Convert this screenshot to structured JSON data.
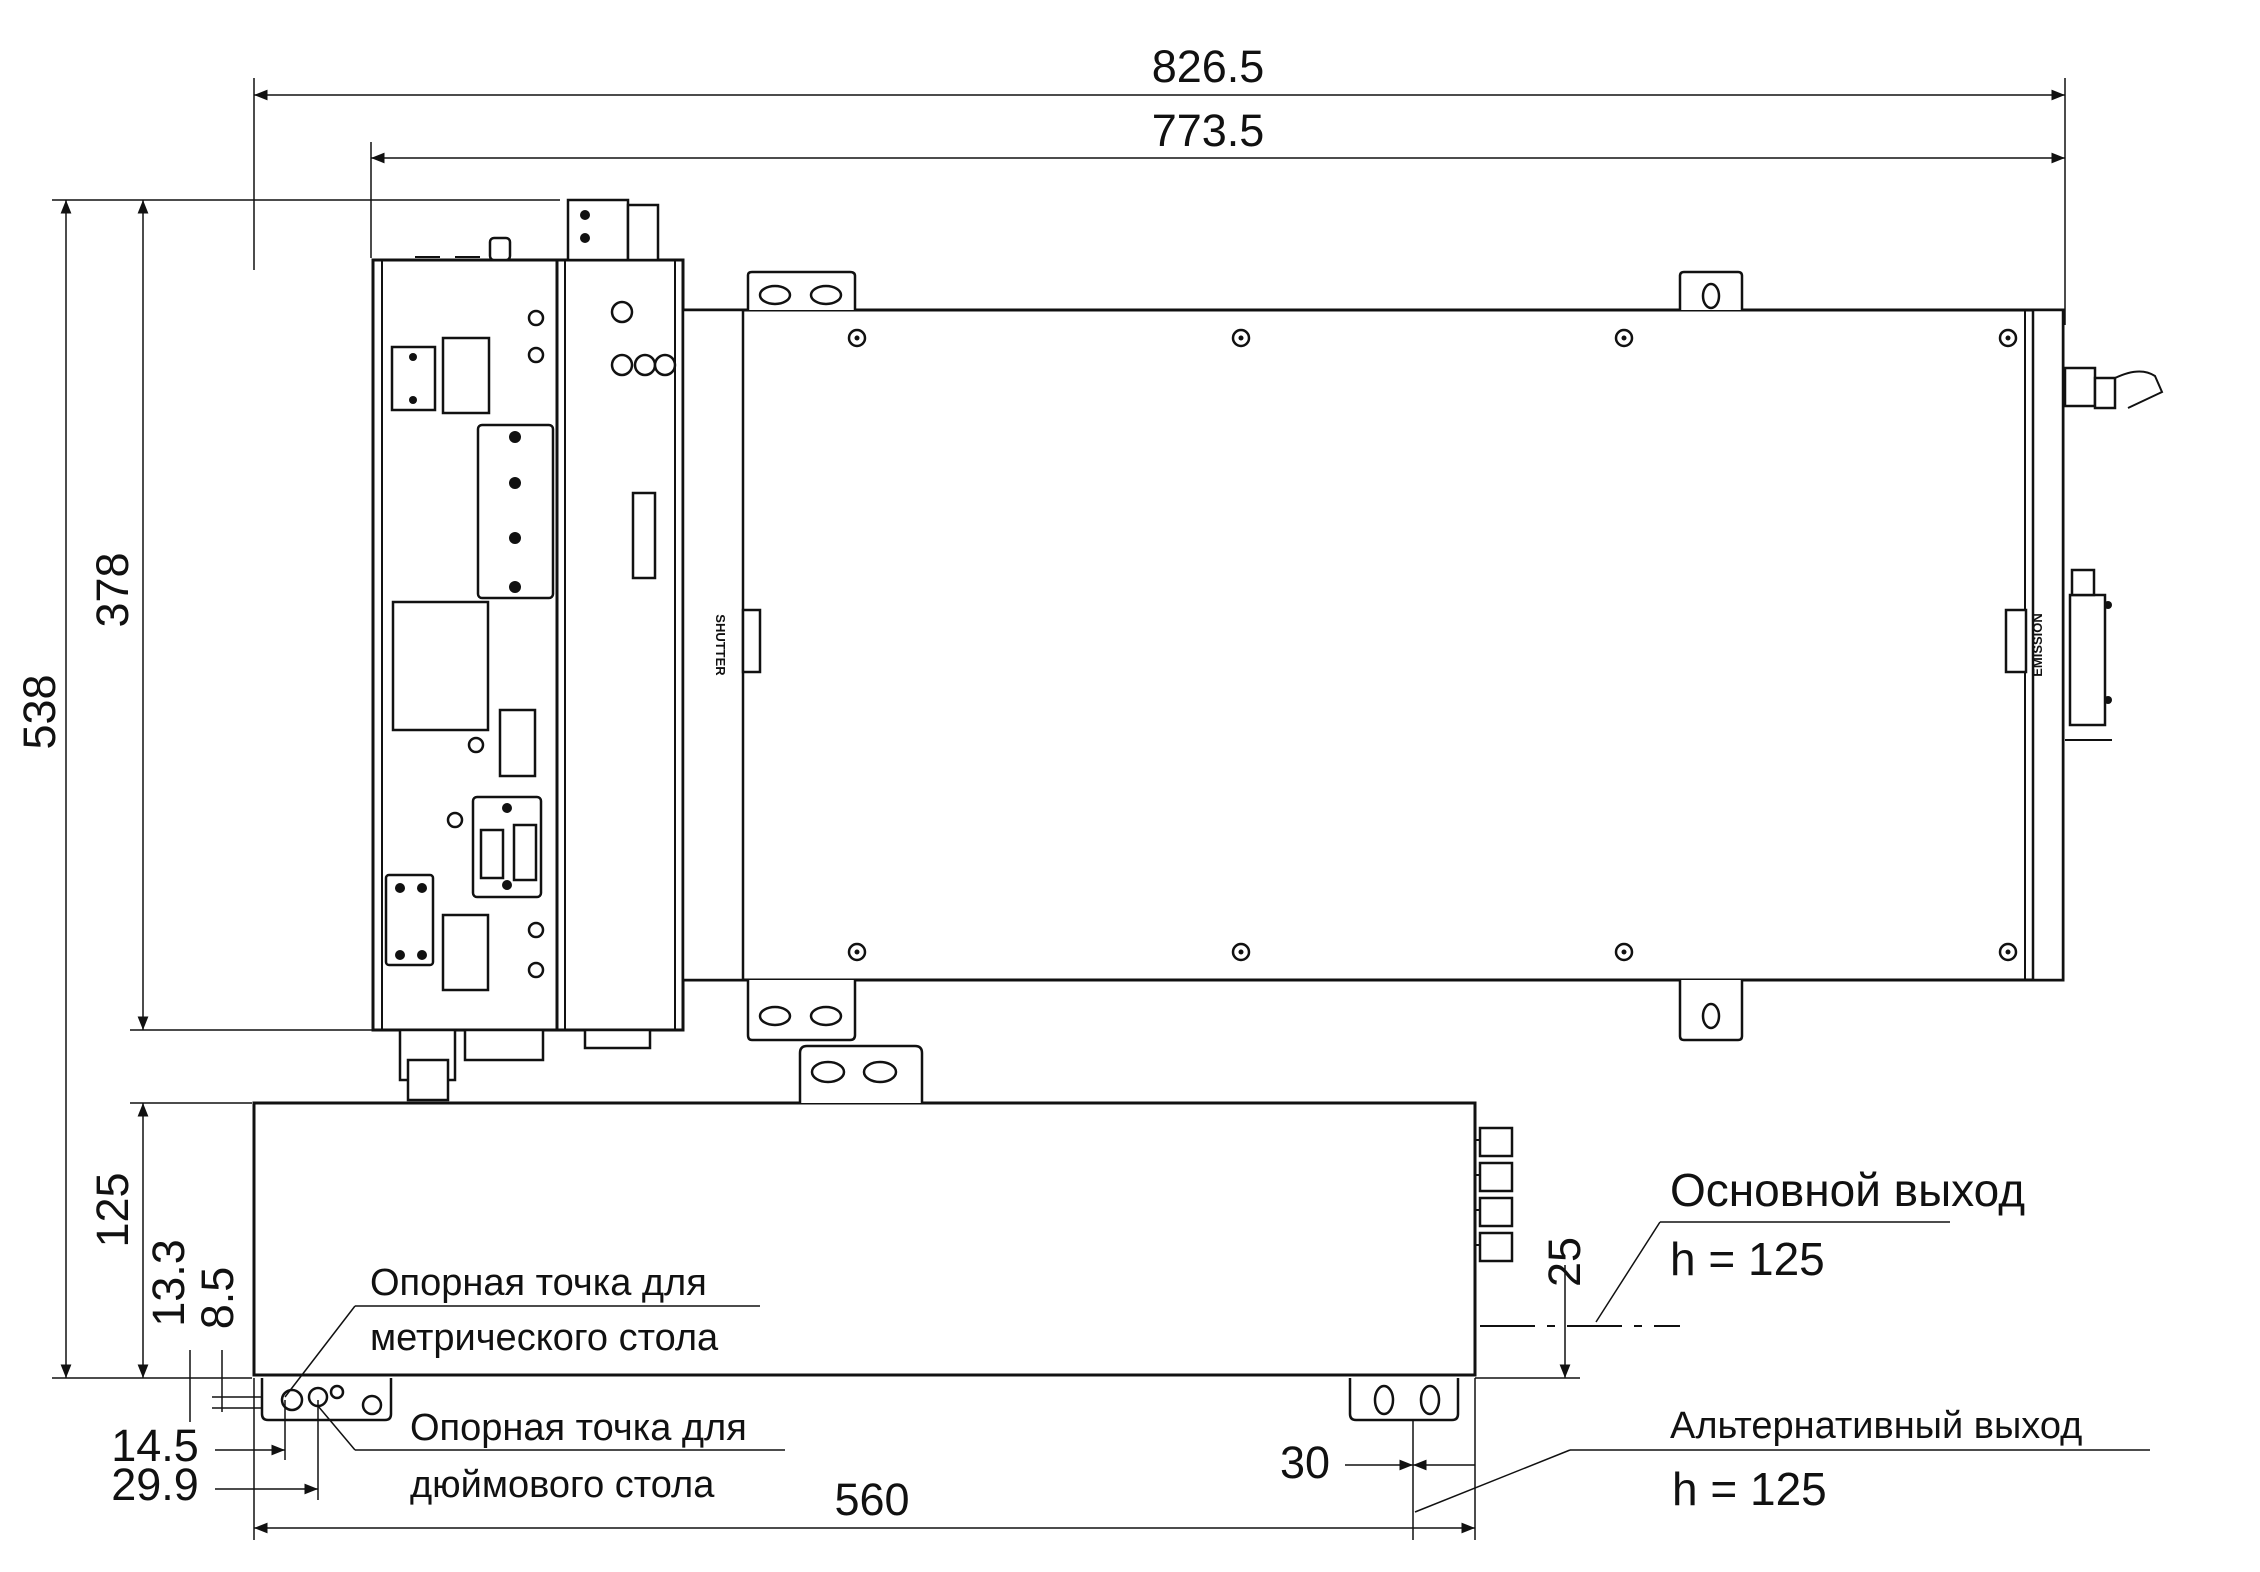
{
  "dimensions": {
    "overall_width": "826.5",
    "laser_width": "773.5",
    "overall_height": "538",
    "head_height": "378",
    "base_height": "125",
    "offset_13_3": "13.3",
    "offset_8_5": "8.5",
    "offset_14_5": "14.5",
    "offset_29_9": "29.9",
    "base_width": "560",
    "foot_offset": "30",
    "output_offset": "25"
  },
  "labels": {
    "shutter": "SHUTTER",
    "emission": "EMISSION"
  },
  "notes": {
    "metric_ref_line1": "Опорная точка для",
    "metric_ref_line2": "метрического стола",
    "inch_ref_line1": "Опорная точка для",
    "inch_ref_line2": "дюймового стола",
    "main_output_title": "Основной выход",
    "main_output_height": "h = 125",
    "alt_output_title": "Альтернативный выход",
    "alt_output_height": "h = 125"
  }
}
